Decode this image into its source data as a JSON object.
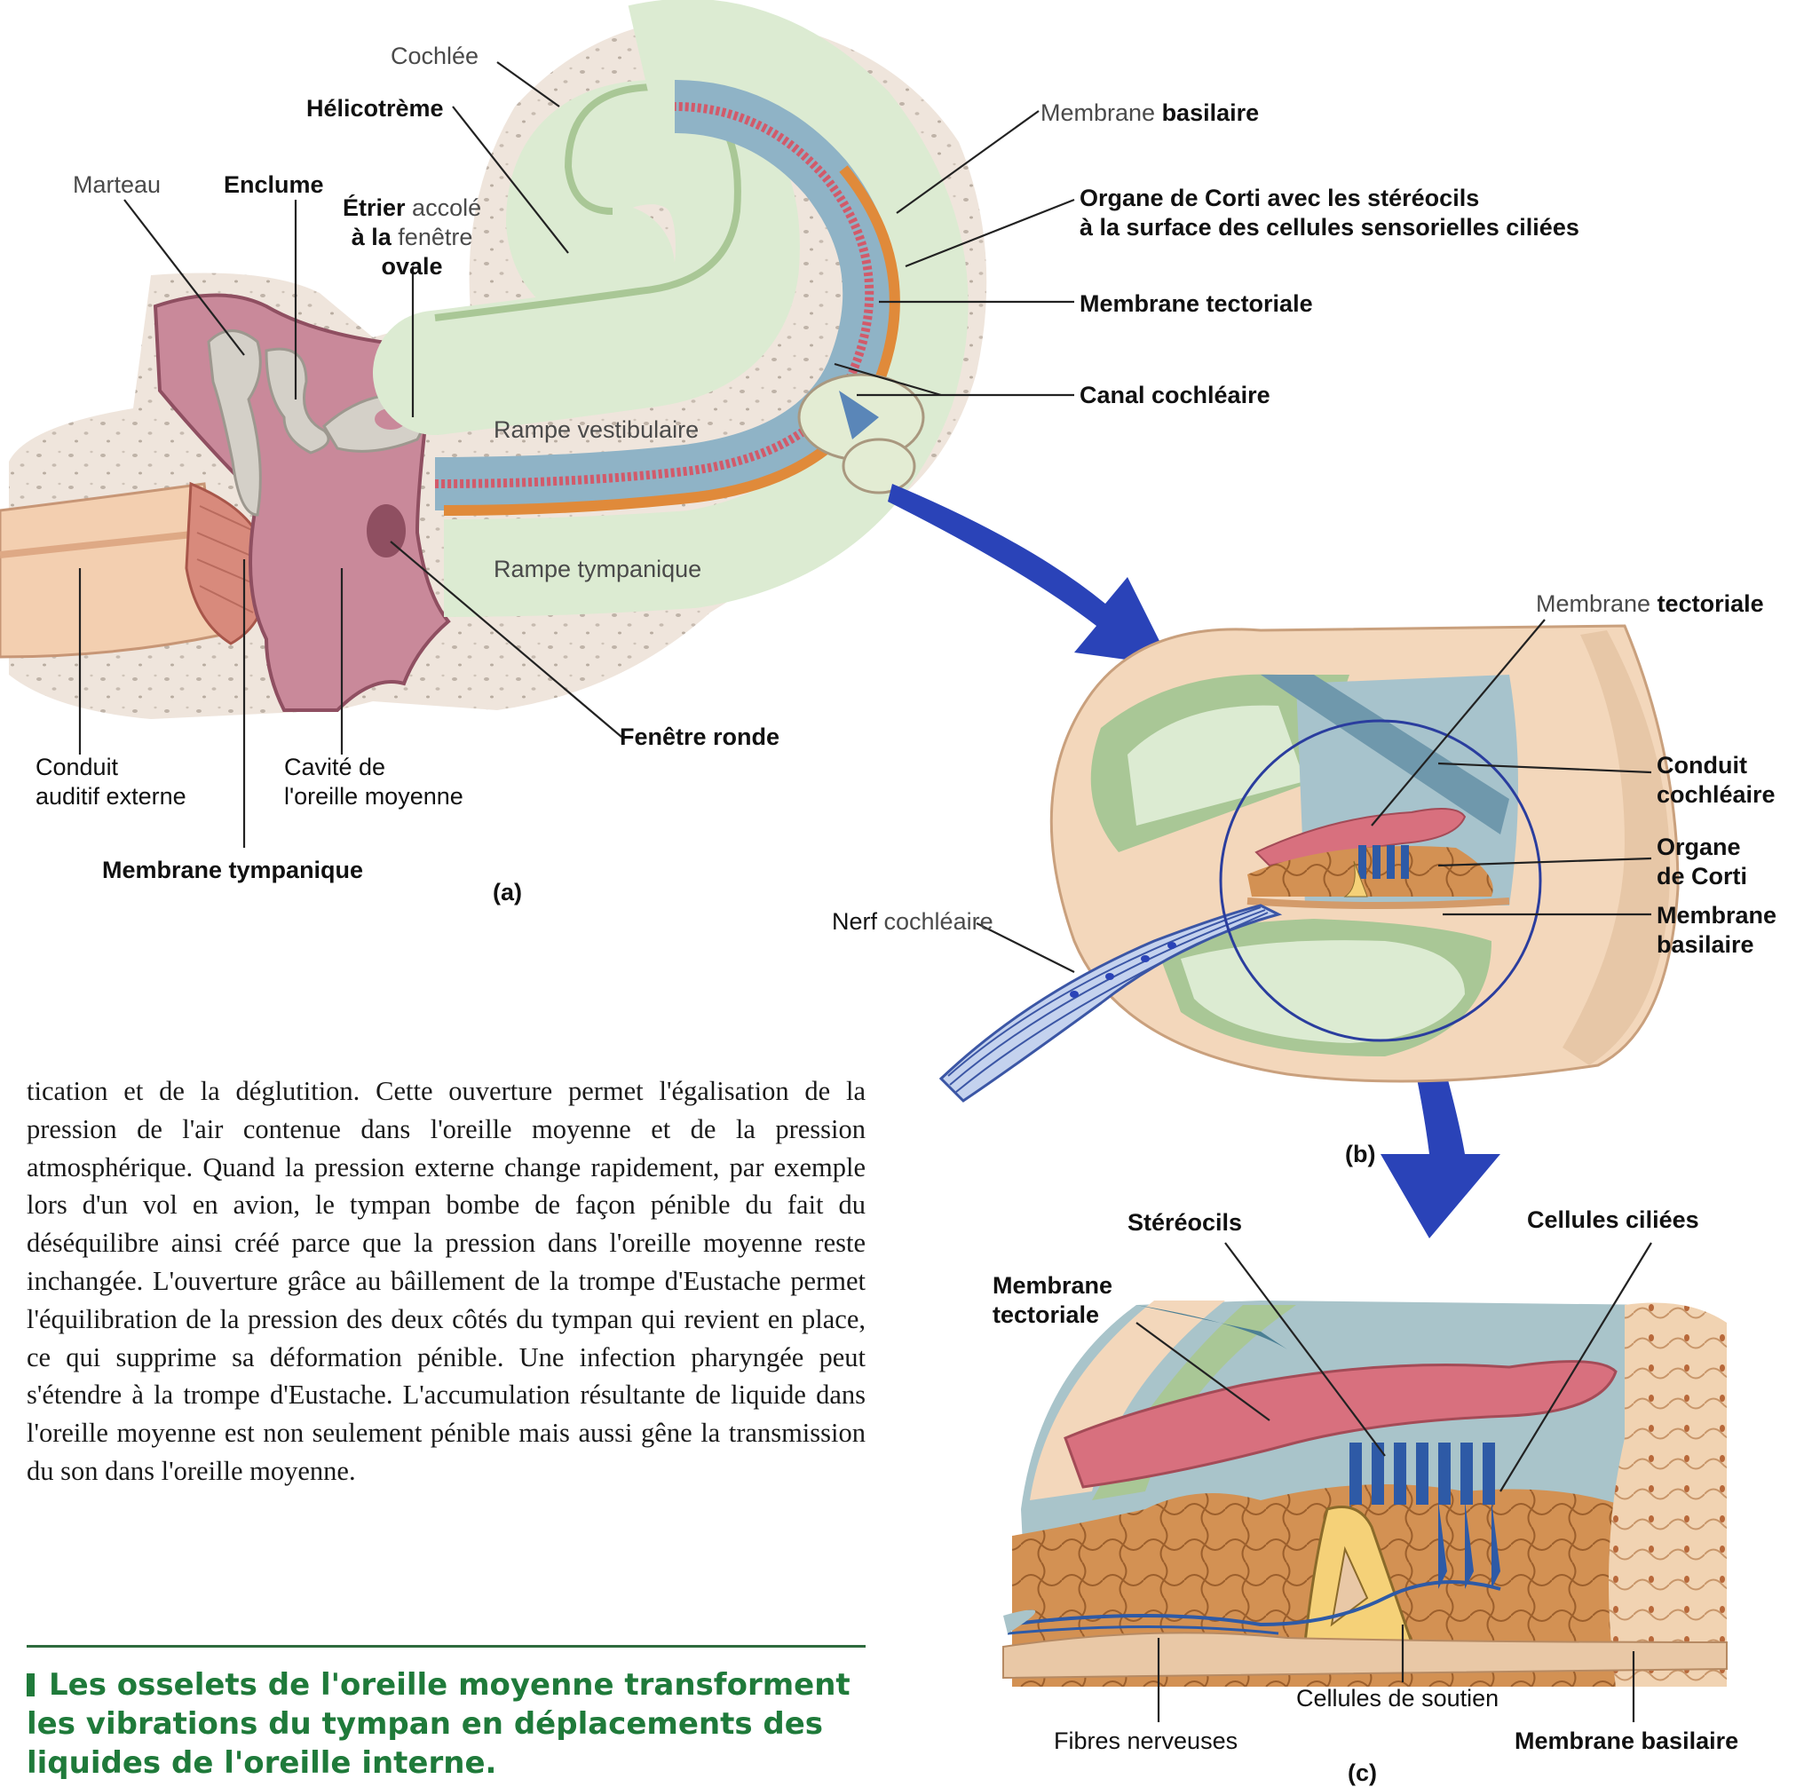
{
  "labels_a": {
    "cochlee": "Cochlée",
    "helicotreme": "Hélicotrème",
    "marteau": "Marteau",
    "enclume": "Enclume",
    "etrier_1_b": "Étrier",
    "etrier_1_g": " accolé",
    "etrier_2_b": "à la",
    "etrier_2_g": " fenêtre",
    "etrier_3": "ovale",
    "membrane_basilaire_g": "Membrane",
    "membrane_basilaire_b": " basilaire",
    "corti_1": "Organe de Corti avec les stéréocils",
    "corti_2": "à la surface des cellules sensorielles ciliées",
    "membrane_tectoriale": "Membrane tectoriale",
    "canal_cochleaire": "Canal cochléaire",
    "rampe_vestibulaire": "Rampe vestibulaire",
    "rampe_tympanique": "Rampe tympanique",
    "conduit_1": "Conduit",
    "conduit_2": "auditif externe",
    "cavite_1": "Cavité de",
    "cavite_2": "l'oreille moyenne",
    "fenetre_ronde": "Fenêtre ronde",
    "membrane_tympanique": "Membrane tympanique",
    "tag": "(a)"
  },
  "labels_b": {
    "tectoriale_g": "Membrane",
    "tectoriale_b": " tectoriale",
    "conduit_1": "Conduit",
    "conduit_2": "cochléaire",
    "organe_1": "Organe",
    "organe_2": "de Corti",
    "basilaire_1": "Membrane",
    "basilaire_2": "basilaire",
    "nerf_b": "Nerf",
    "nerf_g": " cochléaire",
    "tag": "(b)"
  },
  "labels_c": {
    "stereocils": "Stéréocils",
    "cellules_ciliees": "Cellules ciliées",
    "tectoriale_1": "Membrane",
    "tectoriale_2": "tectoriale",
    "soutien": "Cellules de soutien",
    "fibres": "Fibres nerveuses",
    "basilaire": "Membrane basilaire",
    "tag": "(c)"
  },
  "body_text": "tication et de la déglutition. Cette ouverture permet l'égalisation de la pression de l'air contenue dans l'oreille moyenne et de la pression atmosphérique. Quand la pression externe change rapidement, par exemple lors d'un vol en avion, le tympan bombe de façon pénible du fait du déséquilibre ainsi créé parce que la pression dans l'oreille moyenne reste inchangée. L'ouverture grâce au bâillement de la trompe d'Eustache permet l'équilibration de la pression des deux côtés du tympan qui revient en place, ce qui supprime sa déformation pénible. Une infection pharyngée peut s'étendre à la trompe d'Eustache. L'accumulation résultante de liquide dans l'oreille moyenne est non seulement pénible mais aussi gêne la transmission du son dans l'oreille moyenne.",
  "section_heading": "Les osselets de l'oreille moyenne transforment les vibrations du tympan en déplacements des liquides de l'oreille interne.",
  "colors": {
    "bone": "#efe3d8",
    "vestibular_green": "#dcebd2",
    "green_band": "#a9c796",
    "blue_canal": "#8fb3c6",
    "corti_red": "#d25a6a",
    "corti_orange": "#e08a3a",
    "middle_ear_pink": "#c9899a",
    "ossicle_grey": "#d4d0c8",
    "arrow_blue": "#2a43b8",
    "tectorial_pink": "#d8707e",
    "tissue_tan": "#d9a065",
    "cell_orange": "#c9884a",
    "accent_green": "#1f7a3a"
  }
}
